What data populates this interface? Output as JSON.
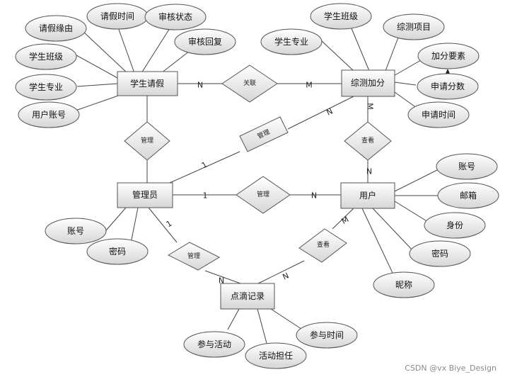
{
  "entities": {
    "leave": "学生请假",
    "bonus": "综测加分",
    "admin": "管理员",
    "user": "用户",
    "checkin": "点滴记录"
  },
  "relations": {
    "assoc": "关联",
    "manage_leave": "管理",
    "manage_bonus": "管理",
    "manage_user": "管理",
    "view_bonus": "查看",
    "manage_checkin": "管理",
    "view_checkin": "查看"
  },
  "attributes": {
    "leave_reason": "请假缘由",
    "leave_time": "请假时间",
    "review_status": "审核状态",
    "review_reply": "审核回复",
    "leave_class": "学生班级",
    "leave_major": "学生专业",
    "leave_account": "用户账号",
    "bonus_major": "学生专业",
    "bonus_class": "学生班级",
    "bonus_item": "综测项目",
    "bonus_factor": "加分要素",
    "bonus_score": "申请分数",
    "bonus_time": "申请时间",
    "admin_account": "账号",
    "admin_password": "密码",
    "user_account": "账号",
    "user_email": "邮箱",
    "user_id": "身份",
    "user_password": "密码",
    "user_nickname": "昵称",
    "checkin_join_activity": "参与活动",
    "checkin_role": "活动担任",
    "checkin_join_time": "参与时间"
  },
  "cardinalities": {
    "leave_assoc": "N",
    "assoc_bonus": "M",
    "bonus_view": "M",
    "view_user": "N",
    "bonus_manage": "N",
    "manage_admin": "1",
    "admin_user_1": "1",
    "admin_user_n": "N",
    "admin_checkin_1": "1",
    "admin_checkin_n": "N",
    "user_checkin_m": "M",
    "user_checkin_n": "N"
  },
  "watermark": "CSDN @vx  Biye_Design",
  "colors": {
    "line": "#444444",
    "shape_stroke": "#555555",
    "fill_top": "#ffffff",
    "fill_bottom": "#d6d6d6"
  }
}
